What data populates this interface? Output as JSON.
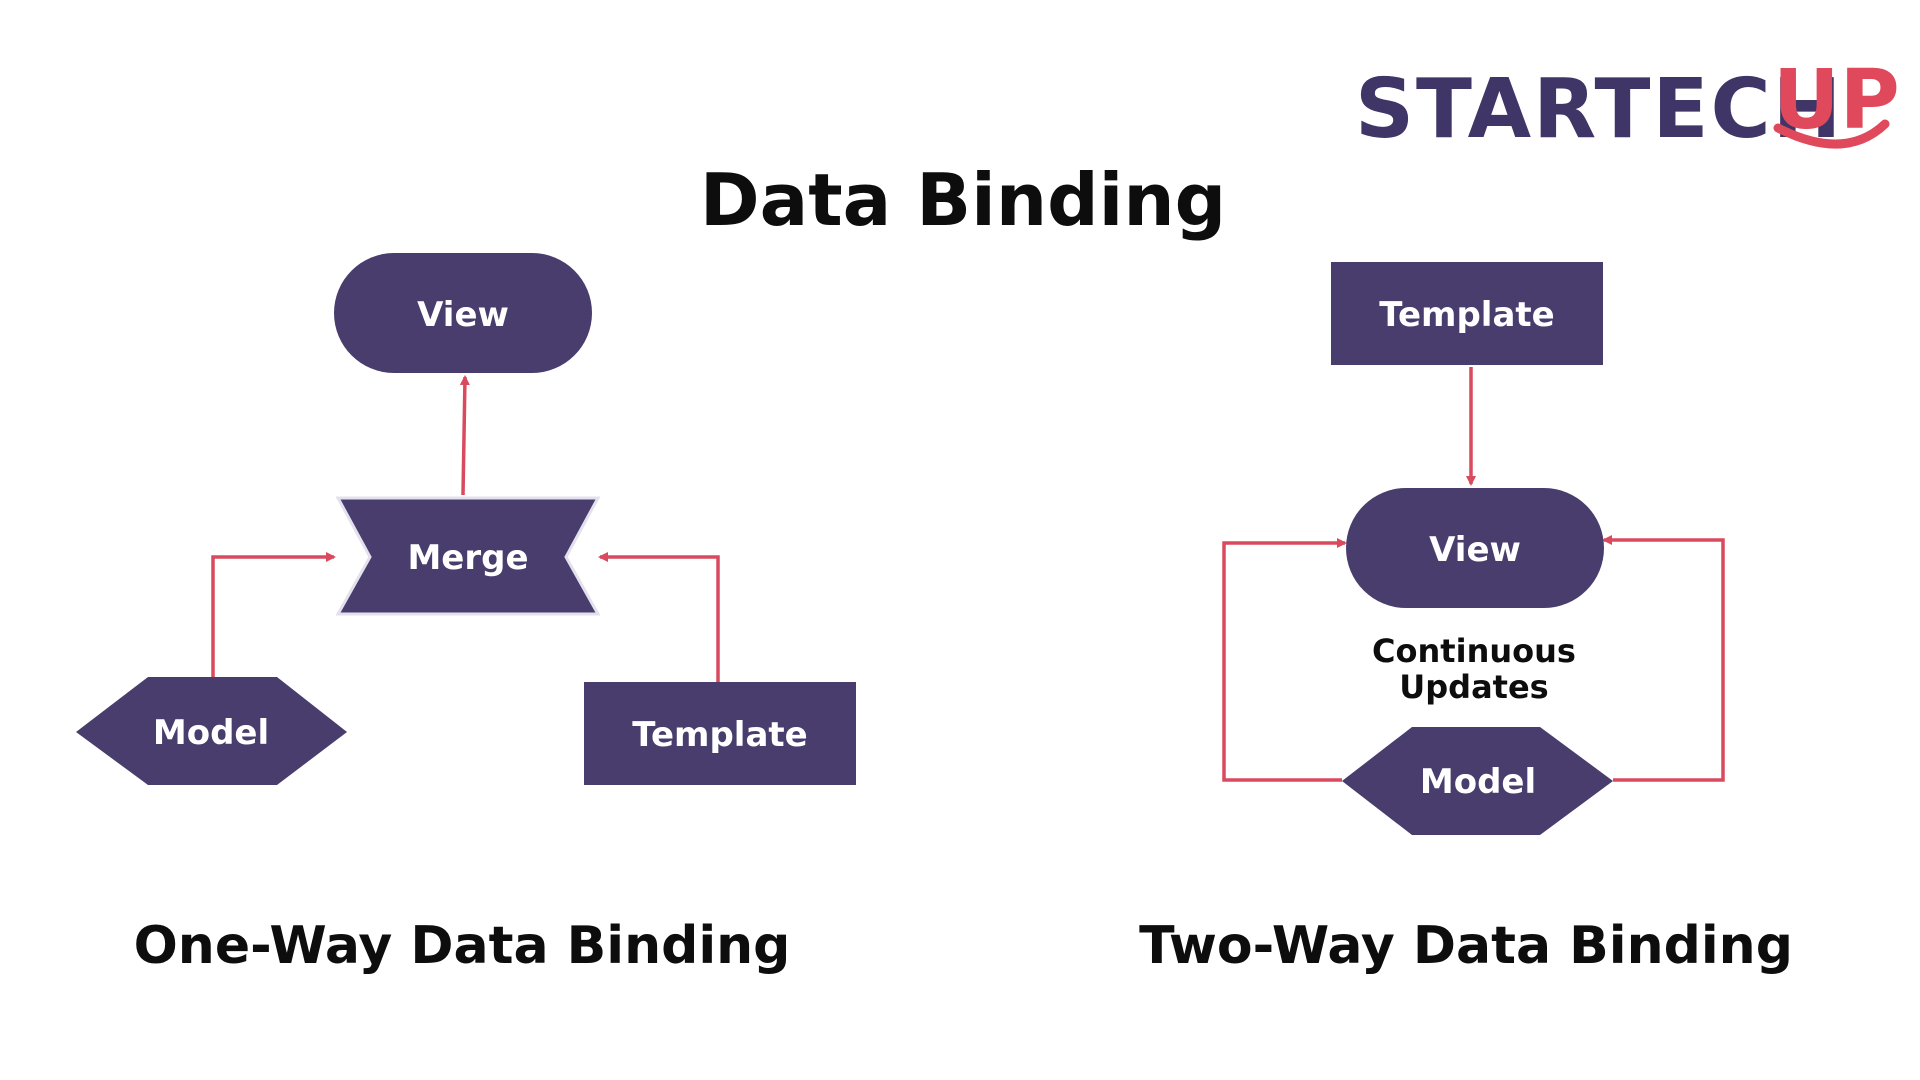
{
  "logo": {
    "part1": "STARTECH",
    "part2": "UP"
  },
  "title": "Data Binding",
  "one_way": {
    "caption": "One-Way Data Binding",
    "view": "View",
    "merge": "Merge",
    "model": "Model",
    "template": "Template"
  },
  "two_way": {
    "caption": "Two-Way Data Binding",
    "template": "Template",
    "view": "View",
    "note_line1": "Continuous",
    "note_line2": "Updates",
    "model": "Model"
  },
  "colors": {
    "node": "#483d6d",
    "arrow": "#d94a5e",
    "logo_dark": "#3f3566",
    "logo_accent": "#e0495b"
  }
}
